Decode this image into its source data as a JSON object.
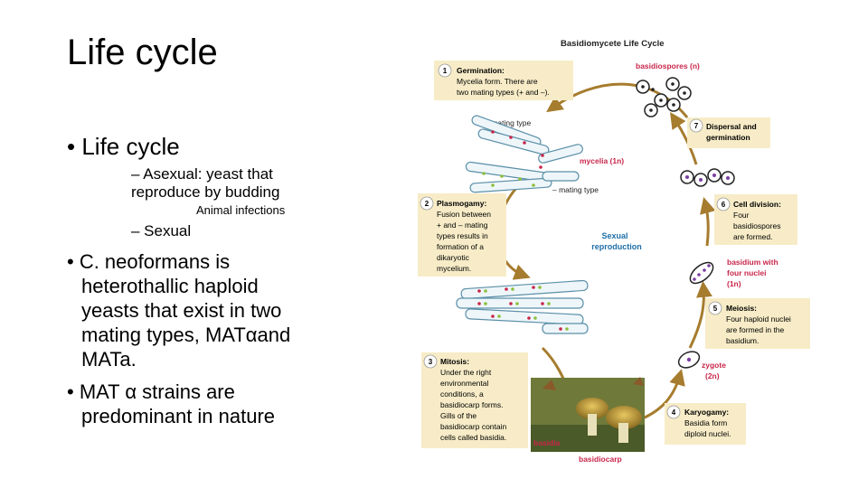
{
  "slide": {
    "title": "Life cycle",
    "bullets": {
      "b1": "• Life cycle",
      "b1_asexual_1": "– Asexual: yeast that",
      "b1_asexual_2": "reproduce by budding",
      "b1_animal": "Animal infections",
      "b1_sexual": "– Sexual",
      "b2_1": "•  C. neoformans is",
      "b2_2": "heterothallic haploid",
      "b2_3": "yeasts that exist in two",
      "b2_4": "mating types, MATαand",
      "b2_5": "MATa.",
      "b3_1": "• MAT α strains are",
      "b3_2": "predominant in nature"
    }
  },
  "diagram": {
    "title": "Basidiomycete Life Cycle",
    "center_1": "Sexual",
    "center_2": "reproduction",
    "steps": [
      {
        "num": "1",
        "title": "Germination:",
        "lines": [
          "Mycelia form. There are",
          "two mating types (+ and –)."
        ]
      },
      {
        "num": "2",
        "title": "Plasmogamy:",
        "lines": [
          "Fusion between",
          "+ and – mating",
          "types results in",
          "formation of a",
          "dikaryotic",
          "mycelium."
        ]
      },
      {
        "num": "3",
        "title": "Mitosis:",
        "lines": [
          "Under the right",
          "environmental",
          "conditions, a",
          "basidiocarp forms.",
          "Gills of the",
          "basidiocarp contain",
          "cells called basidia."
        ]
      },
      {
        "num": "4",
        "title": "Karyogamy:",
        "lines": [
          "Basidia form",
          "diploid nuclei."
        ]
      },
      {
        "num": "5",
        "title": "Meiosis:",
        "lines": [
          "Four haploid nuclei",
          "are formed in the",
          "basidium."
        ]
      },
      {
        "num": "6",
        "title": "Cell division:",
        "lines": [
          "Four",
          "basidiospores",
          "are formed."
        ]
      },
      {
        "num": "7",
        "title": "Dispersal and",
        "lines": [
          "germination"
        ]
      }
    ],
    "labels": {
      "basidiospores": "basidiospores (n)",
      "mycelia": "mycelia (1n)",
      "plus_mating": "+ mating type",
      "minus_mating": "– mating type",
      "basidium_1": "basidium with",
      "basidium_2": "four nuclei",
      "basidium_3": "(1n)",
      "zygote_1": "zygote",
      "zygote_2": "(2n)",
      "basidia": "basidia",
      "basidiocarp": "basidiocarp"
    },
    "colors": {
      "box": "#f7ecc7",
      "label_red": "#c8264a",
      "arrow": "#a67c2e",
      "cell_purple": "#7b3fa0",
      "cell_green": "#8cbf3c",
      "dot_red": "#d2264a"
    }
  }
}
